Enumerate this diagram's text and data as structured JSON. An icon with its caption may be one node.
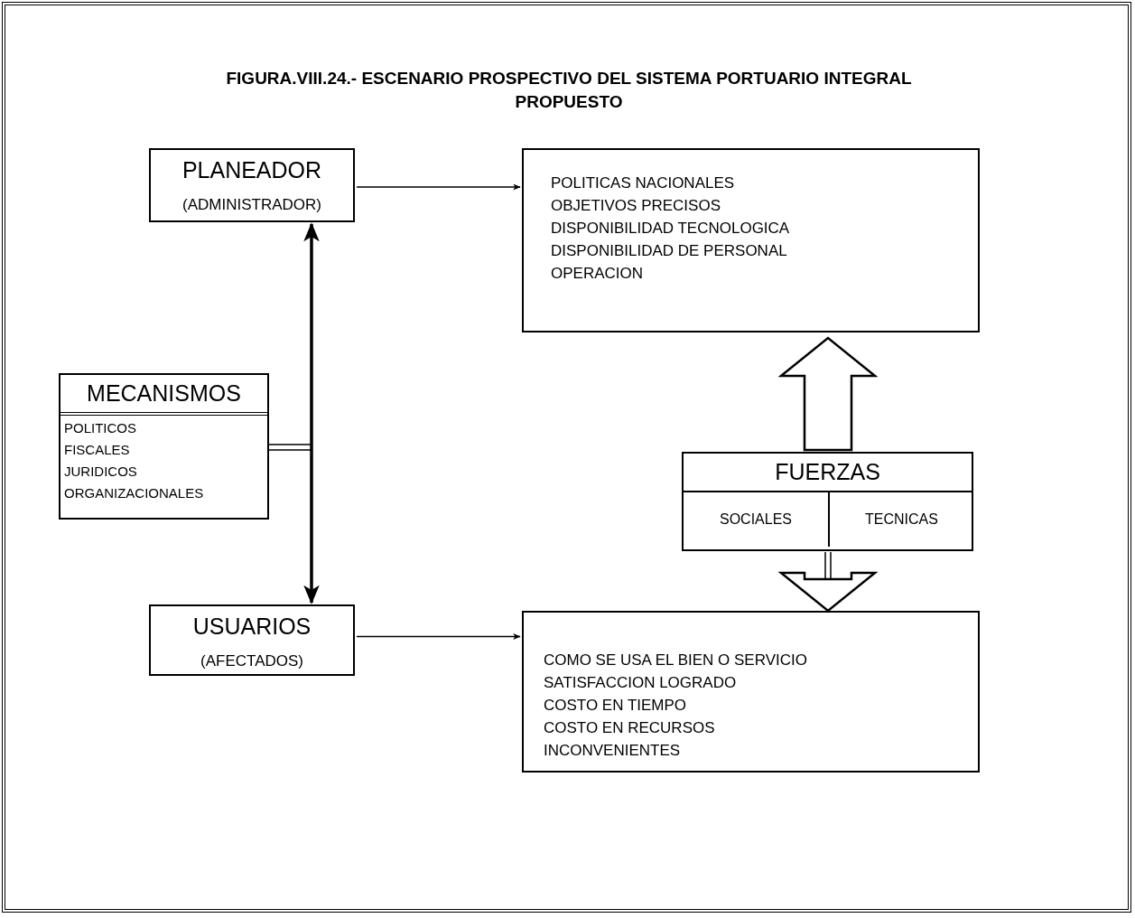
{
  "diagram": {
    "title": "FIGURA.VIII.24.- ESCENARIO PROSPECTIVO DEL SISTEMA PORTUARIO INTEGRAL PROPUESTO",
    "nodes": [
      {
        "text": [
          "PLANEADOR",
          "(ADMINISTRADOR)"
        ]
      },
      {
        "text": [
          "POLITICAS NACIONALES",
          "OBJETIVOS PRECISOS",
          "DISPONIBILIDAD TECNOLOGICA",
          "DISPONIBILIDAD DE PERSONAL",
          "OPERACION"
        ]
      },
      {
        "text": [
          "MECANISMOS",
          "POLITICOS",
          "FISCALES",
          "JURIDICOS",
          "ORGANIZACIONALES"
        ]
      },
      {
        "text": [
          "FUERZAS"
        ]
      },
      {
        "text": [
          "SOCIALES"
        ],
        "in": 3
      },
      {
        "text": [
          "TECNICAS"
        ],
        "in": 3
      },
      {
        "text": [
          "USUARIOS",
          "(AFECTADOS)"
        ]
      },
      {
        "text": [
          "COMO SE USA EL BIEN O SERVICIO",
          "SATISFACCION LOGRADO",
          "COSTO EN TIEMPO",
          "COSTO EN RECURSOS",
          "INCONVENIENTES"
        ]
      }
    ],
    "edges": [
      {
        "from": 0,
        "to": 1,
        "arrow": "to"
      },
      {
        "from": 0,
        "to": 6,
        "arrow": "both",
        "style": "thick"
      },
      {
        "from": 2,
        "to": null,
        "arrow": "none"
      },
      {
        "from": 3,
        "to": 1,
        "arrow": "to",
        "style": "thick"
      },
      {
        "from": 3,
        "to": 7,
        "arrow": "to",
        "style": "thick"
      },
      {
        "from": 6,
        "to": 7,
        "arrow": "to"
      }
    ]
  }
}
